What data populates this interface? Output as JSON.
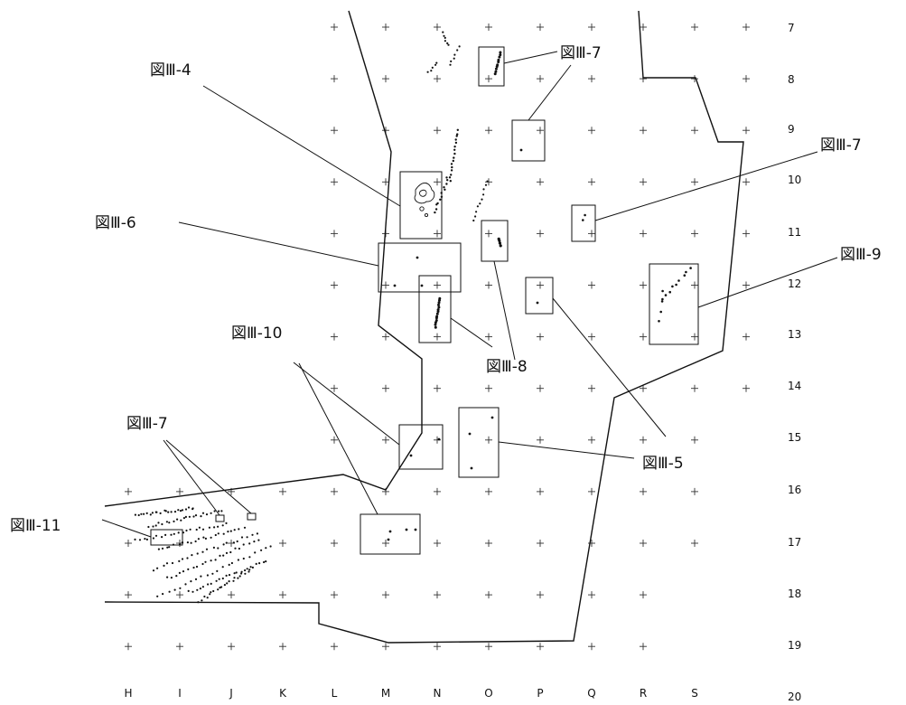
{
  "grid": {
    "columns": [
      "H",
      "I",
      "J",
      "K",
      "L",
      "M",
      "N",
      "O",
      "P",
      "Q",
      "R",
      "S"
    ],
    "rows": [
      "7",
      "8",
      "9",
      "10",
      "11",
      "12",
      "13",
      "14",
      "15",
      "16",
      "17",
      "18",
      "19",
      "20"
    ]
  },
  "labels": [
    {
      "id": "fig-3-4",
      "text": "図Ⅲ-4"
    },
    {
      "id": "fig-3-7-top",
      "text": "図Ⅲ-7"
    },
    {
      "id": "fig-3-7-right",
      "text": "図Ⅲ-7"
    },
    {
      "id": "fig-3-6",
      "text": "図Ⅲ-6"
    },
    {
      "id": "fig-3-9",
      "text": "図Ⅲ-9"
    },
    {
      "id": "fig-3-10",
      "text": "図Ⅲ-10"
    },
    {
      "id": "fig-3-8",
      "text": "図Ⅲ-8"
    },
    {
      "id": "fig-3-7-left",
      "text": "図Ⅲ-7"
    },
    {
      "id": "fig-3-5",
      "text": "図Ⅲ-5"
    },
    {
      "id": "fig-3-11",
      "text": "図Ⅲ-11"
    }
  ]
}
